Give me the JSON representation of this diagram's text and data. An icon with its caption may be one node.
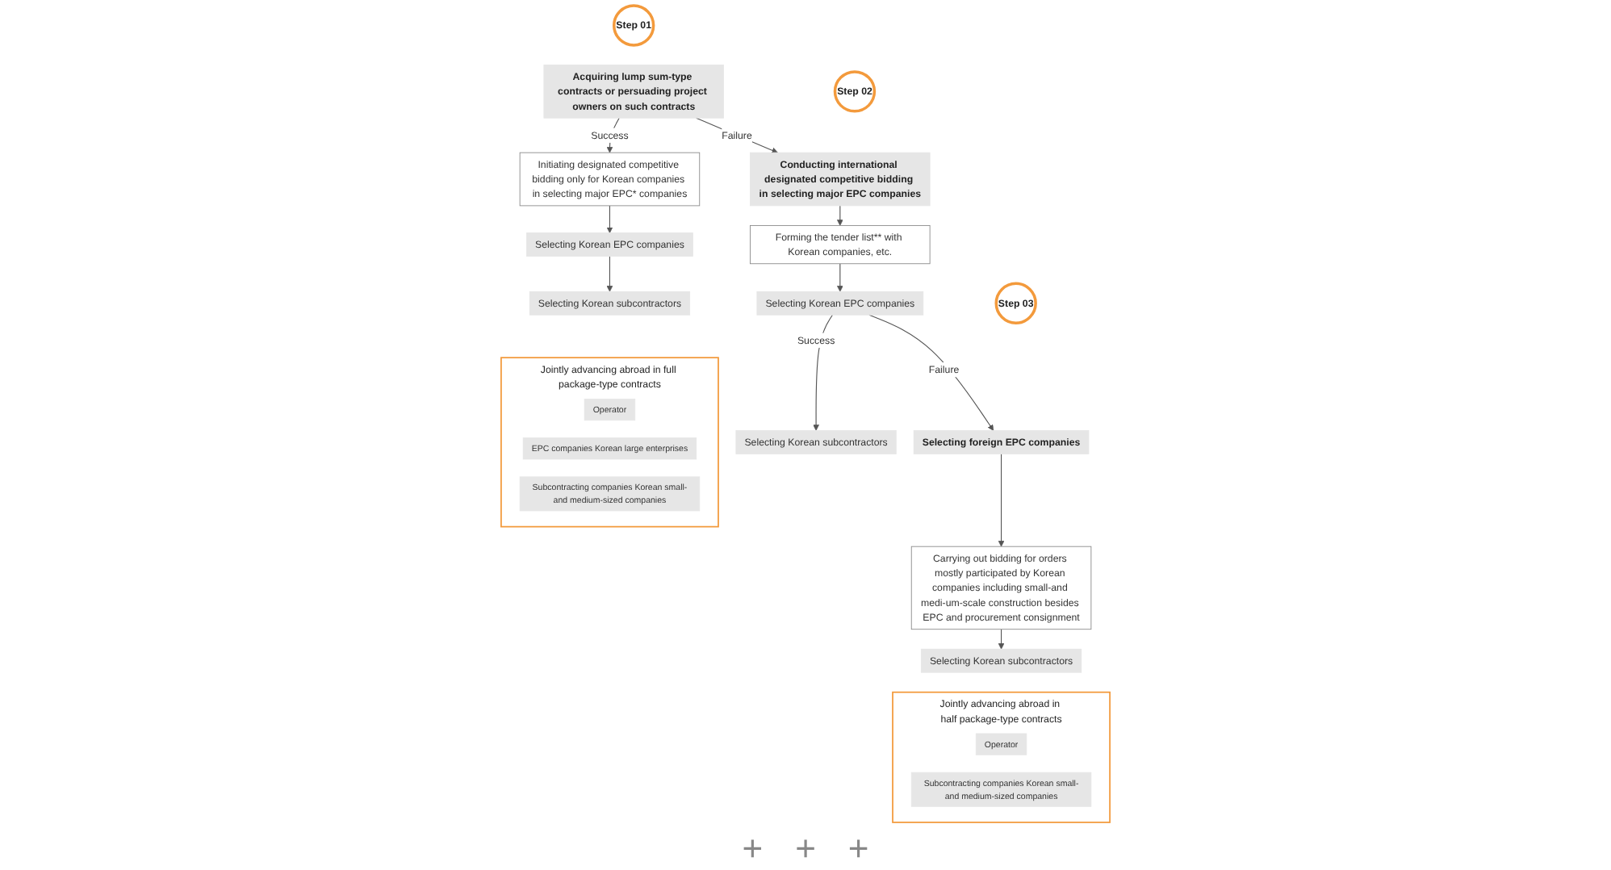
{
  "diagram": {
    "nodes": [
      {
        "text": [
          "Step 01"
        ]
      },
      {
        "text": [
          "Acquiring lump sum-type contracts or persuading project owners on such contracts"
        ]
      },
      {
        "text": [
          "Initiating designated competitive bidding only for Korean companies in selecting major EPC* companies"
        ]
      },
      {
        "text": [
          "Selecting Korean EPC companies"
        ]
      },
      {
        "text": [
          "Selecting Korean subcontractors"
        ]
      },
      {
        "text": [
          "Step 02"
        ]
      },
      {
        "text": [
          "Conducting international designated competitive bidding in selecting major EPC companies"
        ]
      },
      {
        "text": [
          "Forming the tender list** with Korean companies, etc."
        ]
      },
      {
        "text": [
          "Selecting Korean EPC companies"
        ]
      },
      {
        "text": [
          "Selecting Korean subcontractors"
        ]
      },
      {
        "text": [
          "Step 03"
        ]
      },
      {
        "text": [
          "Selecting foreign EPC companies"
        ]
      },
      {
        "text": [
          "Carrying out bidding for orders mostly participated by Korean companies including small-and medi-um-scale construction besides EPC and procurement consignment"
        ]
      },
      {
        "text": [
          "Selecting Korean subcontractors"
        ]
      },
      {
        "text": [
          "Jointly advancing abroad in full package-type contracts"
        ]
      },
      {
        "text": [
          "Operator"
        ],
        "in": 14
      },
      {
        "text": [
          "EPC companies Korean large enterprises"
        ],
        "in": 14
      },
      {
        "text": [
          "Subcontracting companies Korean small-and medium-sized companies"
        ],
        "in": 14
      },
      {
        "text": [
          "Jointly advancing abroad in half package-type contracts"
        ]
      },
      {
        "text": [
          "Operator"
        ],
        "in": 18
      },
      {
        "text": [
          "Subcontracting companies Korean small-and medium-sized companies"
        ],
        "in": 18
      }
    ],
    "edges": [
      {
        "from": 1,
        "to": 2,
        "arrow": "to",
        "label": "Success"
      },
      {
        "from": 2,
        "to": 3,
        "arrow": "to"
      },
      {
        "from": 3,
        "to": 4,
        "arrow": "to"
      },
      {
        "from": 1,
        "to": 6,
        "arrow": "to",
        "label": "Failure"
      },
      {
        "from": 6,
        "to": 7,
        "arrow": "to"
      },
      {
        "from": 7,
        "to": 8,
        "arrow": "to"
      },
      {
        "from": 8,
        "to": 9,
        "arrow": "to",
        "label": "Success"
      },
      {
        "from": 8,
        "to": 11,
        "arrow": "to",
        "label": "Failure"
      },
      {
        "from": 11,
        "to": 12,
        "arrow": "to"
      },
      {
        "from": 12,
        "to": 13,
        "arrow": "to"
      }
    ],
    "labels": [
      "+",
      "+",
      "+"
    ]
  }
}
